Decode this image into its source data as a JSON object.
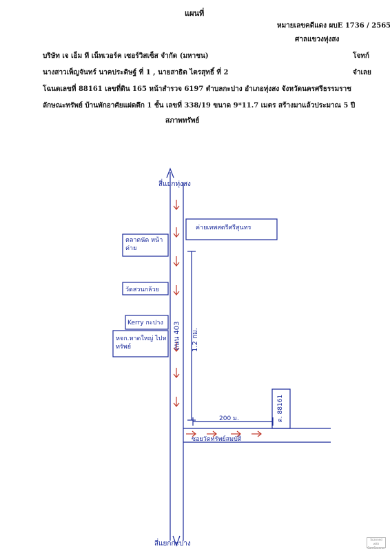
{
  "header": {
    "title": "แผนที่",
    "case_number": "หมายเลขคดีแดง ผบE 1736 / 2565",
    "court": "ศาลแขวงทุ่งสง"
  },
  "parties": {
    "plaintiff": "บริษัท เจ เอ็ม ที เน็ทเวอร์ค เซอร์วิสเซ็ส จำกัด (มหาชน)",
    "plaintiff_role": "โจทก์",
    "defendant": "นางสาวเพ็ญจันทร์ นาคประดิษฐ์ ที่ 1 , นายสาธิต ไตรสุทธิ์ ที่ 2",
    "defendant_role": "จำเลย"
  },
  "property": {
    "deed_line": "โฉนดเลขที่ 88161  เลขที่ดิน 165 หน้าสำรวจ  6197  ตำบลกะปาง  อำเภอทุ่งสง  จังหวัดนครศรีธรรมราช",
    "description_line": "ลักษณะทรัพย์  บ้านพักอาศัยแฝดตึก 1 ชั้น เลขที่ 338/19 ขนาด 9*11.7  เมตร สร้างมาแล้วประมาณ 5 ปี",
    "condition_label": "สภาพทรัพย์"
  },
  "map_labels": {
    "north": "สี่แยกทุ่งสง",
    "south": "สี่แยกกะปาง",
    "highway": "ถนน 403",
    "camp": "ค่ายเทพสตรีศรีสุนทร",
    "market": "ตลาดนัด หน้าค่าย",
    "temple": "วัดสวนกล้วย",
    "kerry": "Kerry กะปาง",
    "shop": "หจก.หาดใหญ่ ไปหทรัพย์",
    "distance_long": "1.2 กม.",
    "distance_short": "200 ม.",
    "side_road": "ซอยวัดทรัพย์สมบัติ",
    "house": "ต. 88161"
  },
  "colors": {
    "ink": "#1a2a9a",
    "red_arrow": "#c0392b",
    "text": "#141414"
  }
}
